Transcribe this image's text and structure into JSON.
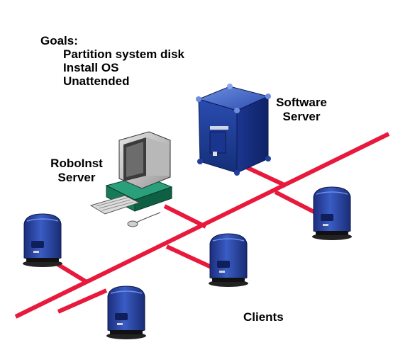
{
  "goals": {
    "title": "Goals:",
    "items": [
      "Partition system disk",
      "Install OS",
      "Unattended"
    ]
  },
  "labels": {
    "software_server": [
      "Software",
      "Server"
    ],
    "roboinst_server": [
      "RoboInst",
      "Server"
    ],
    "clients": "Clients"
  },
  "colors": {
    "network": "#e8193c",
    "server_blue": "#1f3f9a",
    "workstation_green": "#1f8f6a"
  },
  "icons": [
    "software-server-icon",
    "workstation-icon",
    "client-tower-icon"
  ]
}
